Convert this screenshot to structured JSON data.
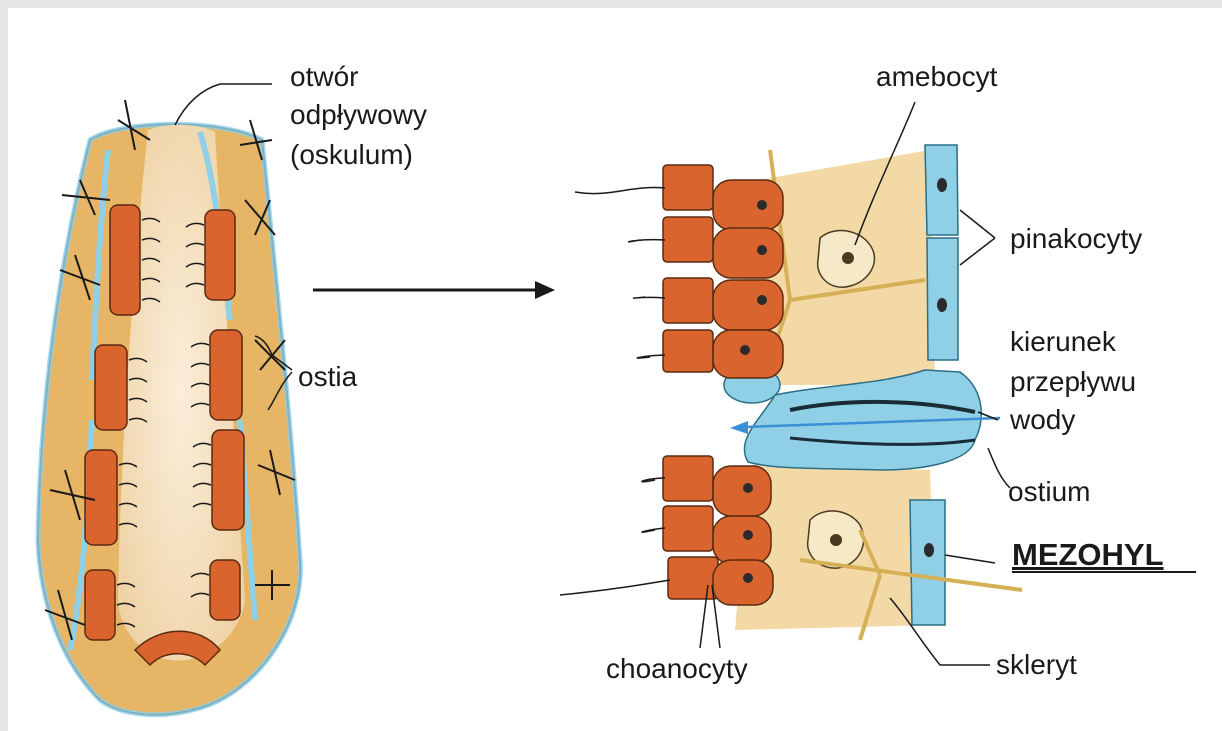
{
  "labels": {
    "osculum_line1": "otwór",
    "osculum_line2": "odpływowy",
    "osculum_line3": "(oskulum)",
    "ostia": "ostia",
    "amebocyt": "amebocyt",
    "pinakocyty": "pinakocyty",
    "flow_line1": "kierunek",
    "flow_line2": "przepływu",
    "flow_line3": "wody",
    "ostium": "ostium",
    "mezohyl": "MEZOHYL",
    "skleryt": "skleryt",
    "choanocyty": "choanocyty"
  },
  "colors": {
    "body_orange": "#e6b566",
    "cavity": "#f7e2c2",
    "pinacocyte_blue": "#8fd0e6",
    "choanocyte_red": "#d9642e",
    "mesohyl": "#f3d9a6",
    "flow_arrow": "#3a8fd6"
  }
}
